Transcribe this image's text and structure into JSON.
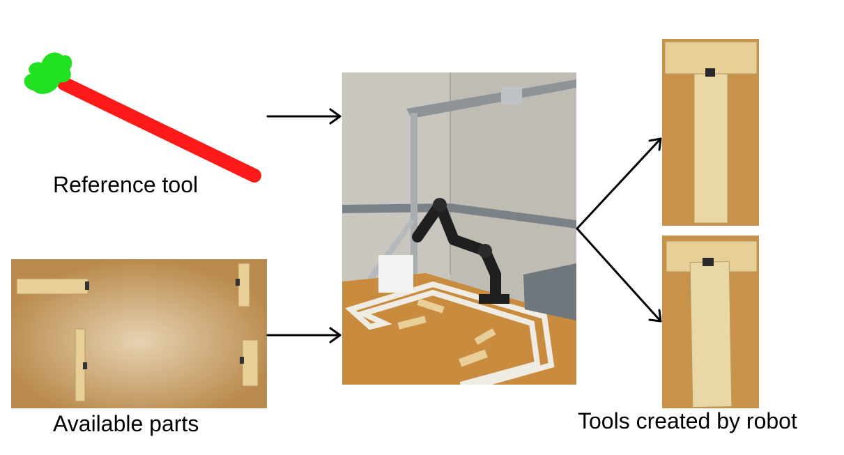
{
  "labels": {
    "reference_tool": "Reference tool",
    "available_parts": "Available parts",
    "tools_created": "Tools created by robot"
  },
  "colors": {
    "tool_head": "#22e022",
    "tool_handle": "#ff1a1a",
    "arrow": "#000000",
    "table": "#c98b3e",
    "wood": "#e8cf98",
    "wall": "#c9c6bf"
  }
}
